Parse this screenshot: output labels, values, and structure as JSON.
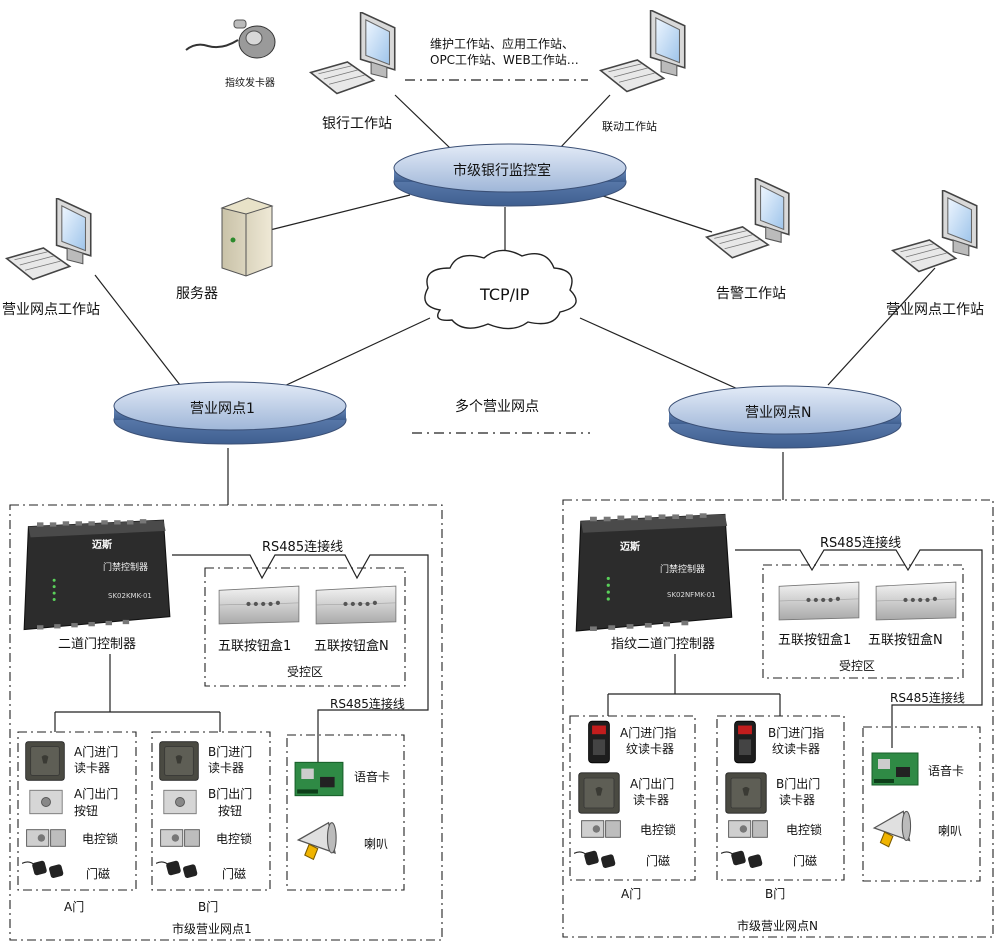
{
  "top": {
    "fingerprint_issuer": "指纹发卡器",
    "bank_workstation": "银行工作站",
    "linkage_workstation": "联动工作站",
    "workstations_note_line1": "维护工作站、应用工作站、",
    "workstations_note_line2": "OPC工作站、WEB工作站…",
    "monitor_room": "市级银行监控室",
    "server": "服务器",
    "alarm_workstation": "告警工作站",
    "network": "TCP/IP"
  },
  "branches": {
    "left_workstation": "营业网点工作站",
    "right_workstation": "营业网点工作站",
    "branch1": "营业网点1",
    "branchN": "营业网点N",
    "multiple": "多个营业网点"
  },
  "site1": {
    "controller_brand": "迈斯",
    "controller_panel": "门禁控制器",
    "controller_model": "SK02KMK-01",
    "controller": "二道门控制器",
    "rs485_top": "RS485连接线",
    "button_box_1": "五联按钮盒1",
    "button_box_n": "五联按钮盒N",
    "controlled_zone": "受控区",
    "rs485_side": "RS485连接线",
    "door_a": {
      "reader_in_1": "A门进门",
      "reader_in_2": "读卡器",
      "button_1": "A门出门",
      "button_2": "按钮",
      "lock": "电控锁",
      "magnet": "门磁",
      "label": "A门"
    },
    "door_b": {
      "reader_in_1": "B门进门",
      "reader_in_2": "读卡器",
      "button_1": "B门出门",
      "button_2": "按钮",
      "lock": "电控锁",
      "magnet": "门磁",
      "label": "B门"
    },
    "voice_card": "语音卡",
    "speaker": "喇叭",
    "caption": "市级营业网点1"
  },
  "siteN": {
    "controller_brand": "迈斯",
    "controller_panel": "门禁控制器",
    "controller_model": "SK02NFMK-01",
    "controller": "指纹二道门控制器",
    "rs485_top": "RS485连接线",
    "button_box_1": "五联按钮盒1",
    "button_box_n": "五联按钮盒N",
    "controlled_zone": "受控区",
    "rs485_side": "RS485连接线",
    "door_a": {
      "fp_reader_1": "A门进门指",
      "fp_reader_2": "纹读卡器",
      "reader_out_1": "A门出门",
      "reader_out_2": "读卡器",
      "lock": "电控锁",
      "magnet": "门磁",
      "label": "A门"
    },
    "door_b": {
      "fp_reader_1": "B门进门指",
      "fp_reader_2": "纹读卡器",
      "reader_out_1": "B门出门",
      "reader_out_2": "读卡器",
      "lock": "电控锁",
      "magnet": "门磁",
      "label": "B门"
    },
    "voice_card": "语音卡",
    "speaker": "喇叭",
    "caption": "市级营业网点N"
  }
}
